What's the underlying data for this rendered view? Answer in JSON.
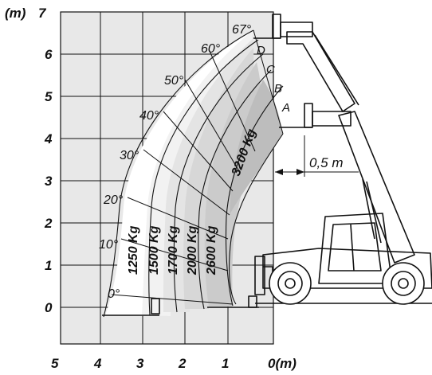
{
  "axes": {
    "y_unit": "(m)",
    "x_unit": "0(m)",
    "y_ticks": [
      "7",
      "6",
      "5",
      "4",
      "3",
      "2",
      "1",
      "0"
    ],
    "x_ticks": [
      "5",
      "4",
      "3",
      "2",
      "1"
    ]
  },
  "boom_angles": [
    "67°",
    "60°",
    "50°",
    "40°",
    "30°",
    "20°",
    "10°",
    "0°"
  ],
  "load_zones": [
    {
      "label": "1250 Kg",
      "color": "#ffffff"
    },
    {
      "label": "1500 Kg",
      "color": "#f2f2f2"
    },
    {
      "label": "1700 Kg",
      "color": "#e4e4e4"
    },
    {
      "label": "2000 Kg",
      "color": "#d7d7d7"
    },
    {
      "label": "2600 Kg",
      "color": "#cbcbcb"
    },
    {
      "label": "3200 Kg",
      "color": "#bdbdbd"
    }
  ],
  "extension_positions": [
    "A",
    "B",
    "C",
    "D"
  ],
  "dimension": {
    "label": "0,5 m"
  },
  "colors": {
    "grid_background": "#e8e8e8",
    "line": "#111111"
  }
}
